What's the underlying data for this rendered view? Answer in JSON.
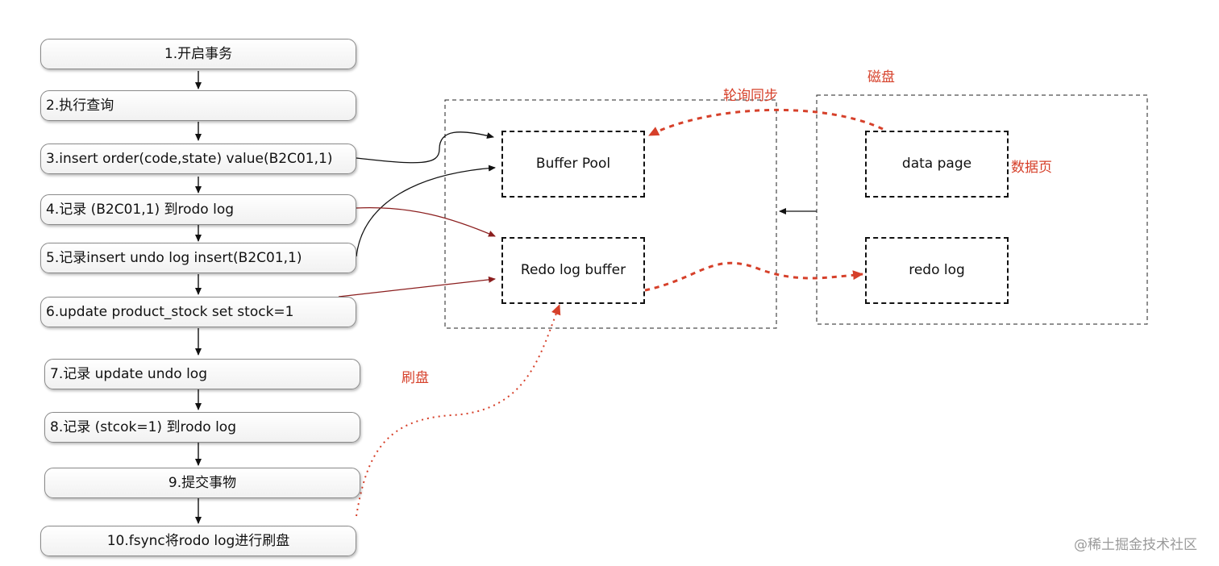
{
  "steps": [
    "1.开启事务",
    "2.执行查询",
    "3.insert order(code,state) value(B2C01,1)",
    "4.记录 (B2C01,1) 到rodo log",
    "5.记录insert undo log  insert(B2C01,1)",
    "6.update product_stock set stock=1",
    "7.记录 update undo log",
    "8.记录 (stcok=1) 到rodo log",
    "9.提交事物",
    "10.fsync将rodo log进行刷盘"
  ],
  "memory": {
    "buffer_pool": "Buffer Pool",
    "redo_log_buffer": "Redo log buffer"
  },
  "disk": {
    "title": "磁盘",
    "data_page": "data page",
    "data_page_note": "数据页",
    "redo_log": "redo log"
  },
  "annotations": {
    "poll_sync": "轮询同步",
    "flush": "刷盘"
  },
  "watermark": "@稀土掘金技术社区",
  "colors": {
    "accent_red": "#d6402a",
    "arrow_dark_red": "#8b1e1e",
    "line_black": "#111111"
  }
}
